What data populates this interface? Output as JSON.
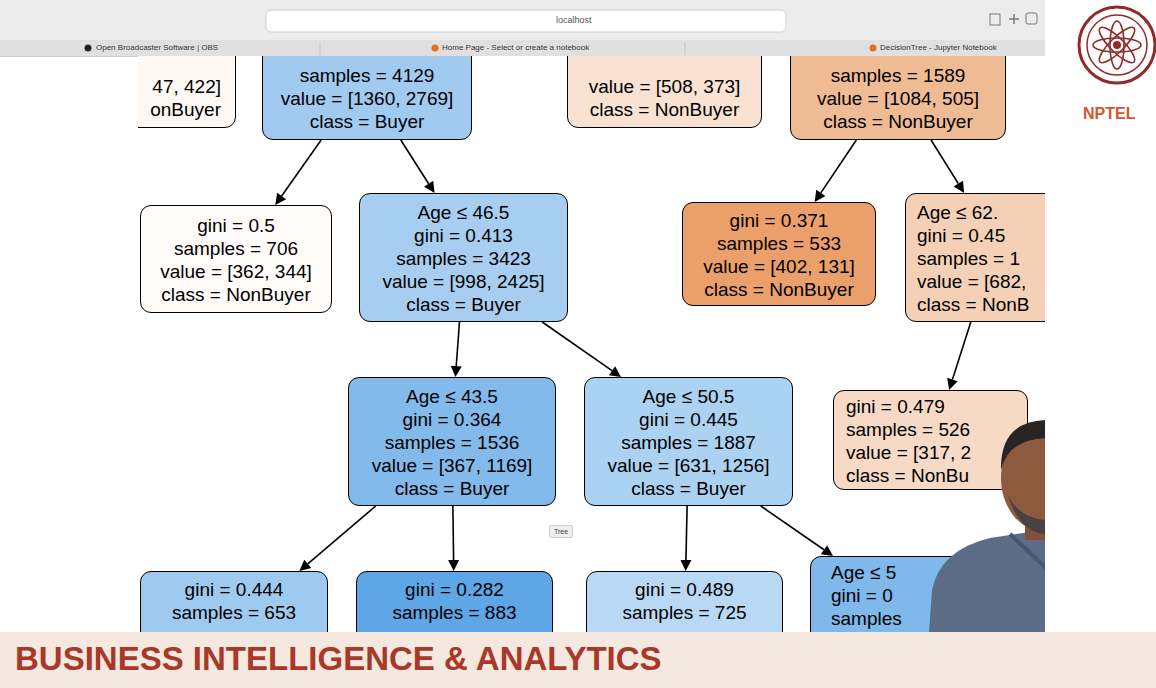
{
  "diagram": {
    "nodes": [
      {
        "text": [
          "47, 422]",
          "onBuyer"
        ]
      },
      {
        "text": [
          "samples = 4129",
          "value = [1360, 2769]",
          "class = Buyer"
        ]
      },
      {
        "text": [
          "value = [508, 373]",
          "class = NonBuyer"
        ]
      },
      {
        "text": [
          "samples = 1589",
          "value = [1084, 505]",
          "class = NonBuyer"
        ]
      },
      {
        "text": [
          "gini = 0.5",
          "samples = 706",
          "value = [362, 344]",
          "class = NonBuyer"
        ]
      },
      {
        "text": [
          "Age ≤ 46.5",
          "gini = 0.413",
          "samples = 3423",
          "value = [998, 2425]",
          "class = Buyer"
        ]
      },
      {
        "text": [
          "gini = 0.371",
          "samples = 533",
          "value = [402, 131]",
          "class = NonBuyer"
        ]
      },
      {
        "text": [
          "Age ≤ 62.",
          "gini = 0.45",
          "samples = 1",
          "value = [682,",
          "class = NonB"
        ]
      },
      {
        "text": [
          "Age ≤ 43.5",
          "gini = 0.364",
          "samples = 1536",
          "value = [367, 1169]",
          "class = Buyer"
        ]
      },
      {
        "text": [
          "Age ≤ 50.5",
          "gini = 0.445",
          "samples = 1887",
          "value = [631, 1256]",
          "class = Buyer"
        ]
      },
      {
        "text": [
          "gini = 0.479",
          "samples = 526",
          "value = [317, 2",
          "class = NonBu"
        ]
      },
      {
        "text": [
          "gini = 0.444",
          "samples = 653"
        ]
      },
      {
        "text": [
          "gini = 0.282",
          "samples = 883"
        ]
      },
      {
        "text": [
          "gini = 0.489",
          "samples = 725"
        ]
      },
      {
        "text": [
          "Age ≤ 5",
          "gini = 0",
          "samples"
        ]
      }
    ],
    "edges": [
      {
        "from": 1,
        "to": 4,
        "arrow": "to"
      },
      {
        "from": 1,
        "to": 5,
        "arrow": "to"
      },
      {
        "from": 3,
        "to": 6,
        "arrow": "to"
      },
      {
        "from": 3,
        "to": 7,
        "arrow": "to"
      },
      {
        "from": 5,
        "to": 8,
        "arrow": "to"
      },
      {
        "from": 5,
        "to": 9,
        "arrow": "to"
      },
      {
        "from": 7,
        "to": 10,
        "arrow": "to"
      },
      {
        "from": 8,
        "to": 11,
        "arrow": "to"
      },
      {
        "from": 8,
        "to": 12,
        "arrow": "to"
      },
      {
        "from": 9,
        "to": 13,
        "arrow": "to"
      },
      {
        "from": 9,
        "to": 14,
        "arrow": "to"
      }
    ],
    "labels": [
      "localhost",
      "Open Broadcaster Software | OBS",
      "Home Page - Select or create a notebook",
      "DecisionTree - Jupyter Notebook",
      "Tree",
      "NPTEL",
      "BUSINESS INTELLIGENCE & ANALYTICS"
    ]
  }
}
